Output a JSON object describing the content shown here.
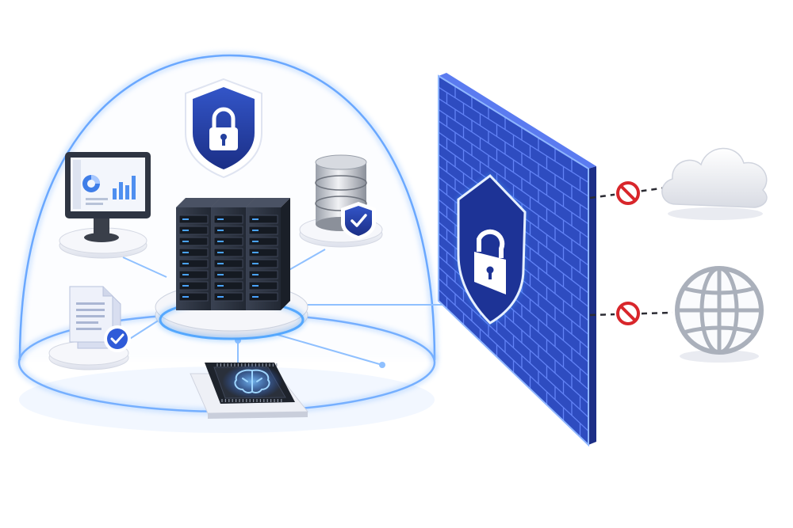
{
  "colors": {
    "background": "#ffffff",
    "dome_glow": "#8fc0ff",
    "wall_blue": "#2e4cc0",
    "wall_dark": "#1c2e86",
    "shield_blue": "#24409e",
    "neon_blue": "#4aa3ff",
    "server_dark": "#2b3240",
    "block_red": "#d8262b",
    "link_dash": "#2c2c34",
    "platform": "#eef0f6"
  },
  "icons": {
    "dome": "protection-dome",
    "top_shield": "shield-lock-icon",
    "monitor": "analytics-monitor-icon",
    "database": "database-shield-icon",
    "servers": "server-rack-icon",
    "document": "document-check-icon",
    "chip": "ai-brain-chip-icon",
    "firewall": "brick-firewall",
    "firewall_shield": "firewall-shield-lock-icon",
    "cloud": "cloud-icon",
    "globe": "globe-icon",
    "blocked": "no-entry-icon"
  },
  "diagram": {
    "nodes": [
      "top_shield",
      "monitor",
      "database",
      "servers",
      "document",
      "chip"
    ],
    "hub": "servers",
    "links": [
      [
        "servers",
        "monitor"
      ],
      [
        "servers",
        "database"
      ],
      [
        "servers",
        "document"
      ],
      [
        "servers",
        "chip"
      ],
      [
        "servers",
        "firewall"
      ]
    ],
    "blocked_links": [
      "cloud",
      "globe"
    ]
  }
}
